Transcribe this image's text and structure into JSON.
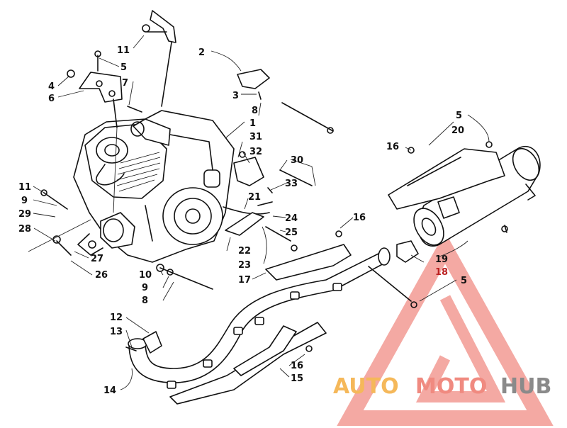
{
  "callouts": [
    {
      "id": "c1",
      "text": "1"
    },
    {
      "id": "c2",
      "text": "2"
    },
    {
      "id": "c3",
      "text": "3"
    },
    {
      "id": "c4",
      "text": "4"
    },
    {
      "id": "c5a",
      "text": "5"
    },
    {
      "id": "c5b",
      "text": "5"
    },
    {
      "id": "c5c",
      "text": "5"
    },
    {
      "id": "c6",
      "text": "6"
    },
    {
      "id": "c7",
      "text": "7"
    },
    {
      "id": "c8a",
      "text": "8"
    },
    {
      "id": "c8b",
      "text": "8"
    },
    {
      "id": "c9a",
      "text": "9"
    },
    {
      "id": "c9b",
      "text": "9"
    },
    {
      "id": "c10",
      "text": "10"
    },
    {
      "id": "c11a",
      "text": "11"
    },
    {
      "id": "c11b",
      "text": "11"
    },
    {
      "id": "c12",
      "text": "12"
    },
    {
      "id": "c13",
      "text": "13"
    },
    {
      "id": "c14",
      "text": "14"
    },
    {
      "id": "c15",
      "text": "15"
    },
    {
      "id": "c16a",
      "text": "16"
    },
    {
      "id": "c16b",
      "text": "16"
    },
    {
      "id": "c16c",
      "text": "16"
    },
    {
      "id": "c17",
      "text": "17"
    },
    {
      "id": "c18",
      "text": "18"
    },
    {
      "id": "c19",
      "text": "19"
    },
    {
      "id": "c20",
      "text": "20"
    },
    {
      "id": "c21",
      "text": "21"
    },
    {
      "id": "c22",
      "text": "22"
    },
    {
      "id": "c23",
      "text": "23"
    },
    {
      "id": "c24",
      "text": "24"
    },
    {
      "id": "c25",
      "text": "25"
    },
    {
      "id": "c26",
      "text": "26"
    },
    {
      "id": "c27",
      "text": "27"
    },
    {
      "id": "c28",
      "text": "28"
    },
    {
      "id": "c29",
      "text": "29"
    },
    {
      "id": "c30",
      "text": "30"
    },
    {
      "id": "c31",
      "text": "31"
    },
    {
      "id": "c32",
      "text": "32"
    },
    {
      "id": "c33",
      "text": "33"
    }
  ],
  "watermark": {
    "part1": "AUTO",
    "part2": "MOTO",
    "part3": "HUB",
    "colors": {
      "auto": "#f5b85a",
      "moto": "#f08a80",
      "hub": "#8a8a8a",
      "triangle": "#f29a93"
    }
  }
}
